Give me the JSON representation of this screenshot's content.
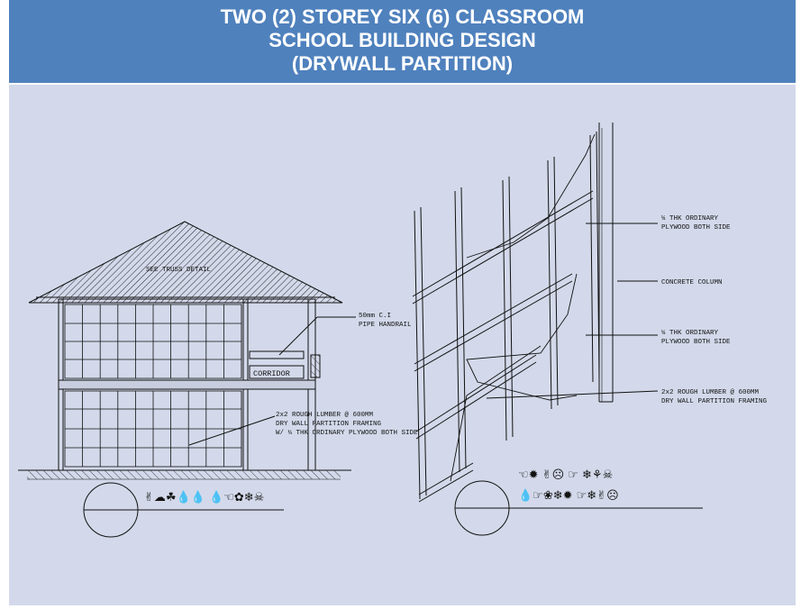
{
  "title": {
    "line1": "TWO (2) STOREY SIX  (6) CLASSROOM",
    "line2": "SCHOOL BUILDING DESIGN",
    "line3": "(DRYWALL PARTITION)"
  },
  "elevation": {
    "roof_label": "SEE TRUSS DETAIL",
    "handrail_line1": "50mm C.I",
    "handrail_line2": "PIPE HANDRAIL",
    "corridor_label": "CORRIDOR",
    "framing_line1": "2x2 ROUGH LUMBER @ 600MM",
    "framing_line2": "DRY WALL PARTITION FRAMING",
    "framing_line3": "W/ ¼ THK ORDINARY PLYWOOD BOTH SIDE",
    "caption_symbols": "✌☁☘💧💧 💧☜✿❄☠"
  },
  "detail": {
    "plywood_top_line1": "¼ THK ORDINARY",
    "plywood_top_line2": "PLYWOOD BOTH SIDE",
    "column_label": "CONCRETE COLUMN",
    "plywood_mid_line1": "¼ THK ORDINARY",
    "plywood_mid_line2": "PLYWOOD BOTH SIDE",
    "lumber_line1": "2x2 ROUGH LUMBER @ 600MM",
    "lumber_line2": "DRY WALL PARTITION FRAMING",
    "caption_symbols_1": "☜✹ ✌☹ ☞ ❄⚘☠",
    "caption_symbols_2": "💧☞❀❄✹ ☞❄✌☹"
  },
  "colors": {
    "header_bg": "#4f81bd",
    "canvas_bg": "#d3d9ea",
    "line": "#111111"
  }
}
